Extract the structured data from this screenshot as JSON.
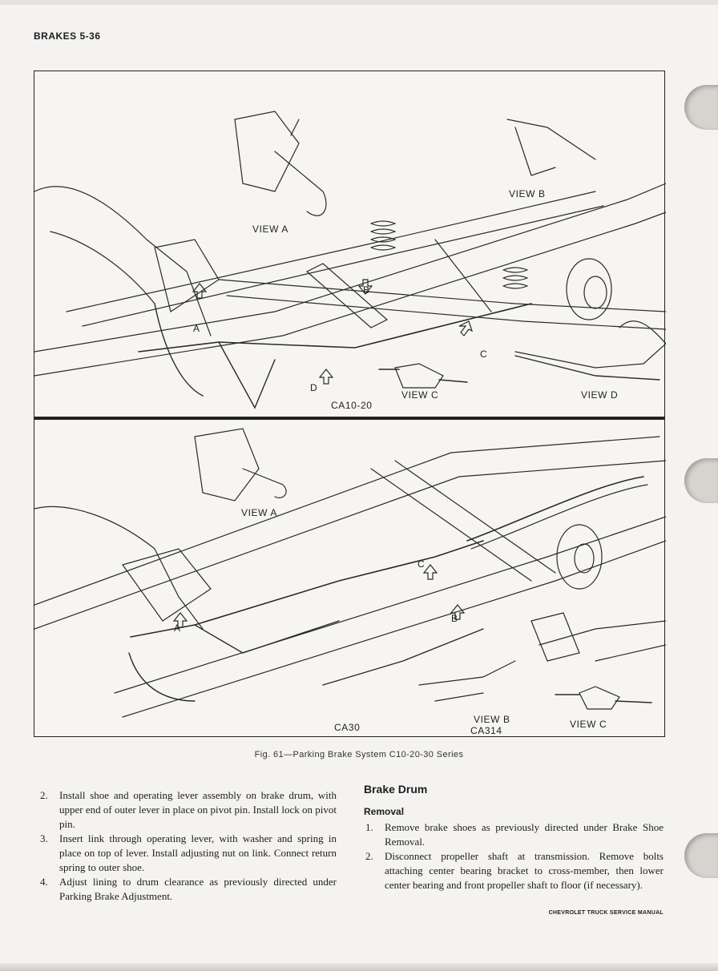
{
  "header": {
    "title": "BRAKES 5-36"
  },
  "figure": {
    "top_labels": {
      "view_a": "VIEW A",
      "view_b": "VIEW B",
      "view_c": "VIEW C",
      "view_d": "VIEW D",
      "marker_a": "A",
      "marker_b": "B",
      "marker_c": "C",
      "marker_d": "D",
      "code": "CA10-20"
    },
    "bottom_labels": {
      "view_a": "VIEW A",
      "view_b": "VIEW B",
      "view_c": "VIEW C",
      "marker_a": "A",
      "marker_b": "B",
      "marker_c": "C",
      "code_left": "CA30",
      "code_right": "CA314"
    },
    "caption": "Fig. 61—Parking Brake System C10-20-30 Series"
  },
  "left_column": {
    "items": [
      {
        "num": "2.",
        "text": "Install shoe and operating lever assembly on brake drum, with upper end of outer lever in place on pivot pin. Install lock on pivot pin."
      },
      {
        "num": "3.",
        "text": "Insert link through operating lever, with washer and spring in place on top of lever. Install adjusting nut on link. Connect return spring to outer shoe."
      },
      {
        "num": "4.",
        "text": "Adjust lining to drum clearance as previously directed under Parking Brake Adjustment."
      }
    ]
  },
  "right_column": {
    "heading": "Brake Drum",
    "subheading": "Removal",
    "items": [
      {
        "num": "1.",
        "text": "Remove brake shoes as previously directed under Brake Shoe Removal."
      },
      {
        "num": "2.",
        "text": "Disconnect propeller shaft at transmission. Remove bolts attaching center bearing bracket to cross-member, then lower center bearing and front propeller shaft to floor (if necessary)."
      }
    ]
  },
  "footer": {
    "text": "CHEVROLET TRUCK SERVICE MANUAL"
  }
}
